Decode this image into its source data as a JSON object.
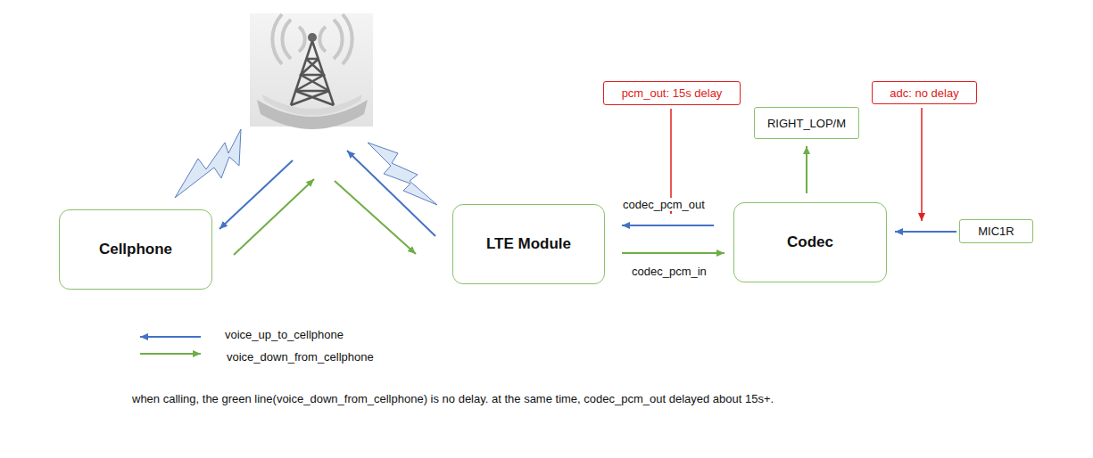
{
  "diagram": {
    "caption": "when calling, the green line(voice_down_from_cellphone) is no delay. at the same time, codec_pcm_out delayed about 15s+.",
    "nodes": [
      {
        "text": [
          "Cellphone"
        ]
      },
      {
        "text": [
          "LTE Module"
        ]
      },
      {
        "text": [
          "pcm_out: 15s delay"
        ]
      },
      {
        "text": [
          "RIGHT_LOP/M"
        ]
      },
      {
        "text": [
          "adc: no delay"
        ]
      },
      {
        "text": [
          "Codec"
        ]
      },
      {
        "text": [
          "MIC1R"
        ]
      }
    ],
    "edges": [
      {
        "from": 5,
        "to": 1,
        "arrow": "to",
        "label": "codec_pcm_out"
      },
      {
        "from": 1,
        "to": 5,
        "arrow": "to",
        "label": "codec_pcm_in"
      },
      {
        "from": 5,
        "to": 3,
        "arrow": "to"
      },
      {
        "from": 6,
        "to": 5,
        "arrow": "to"
      }
    ],
    "legend": [
      {
        "text": "voice_up_to_cellphone"
      },
      {
        "text": "voice_down_from_cellphone"
      }
    ]
  }
}
